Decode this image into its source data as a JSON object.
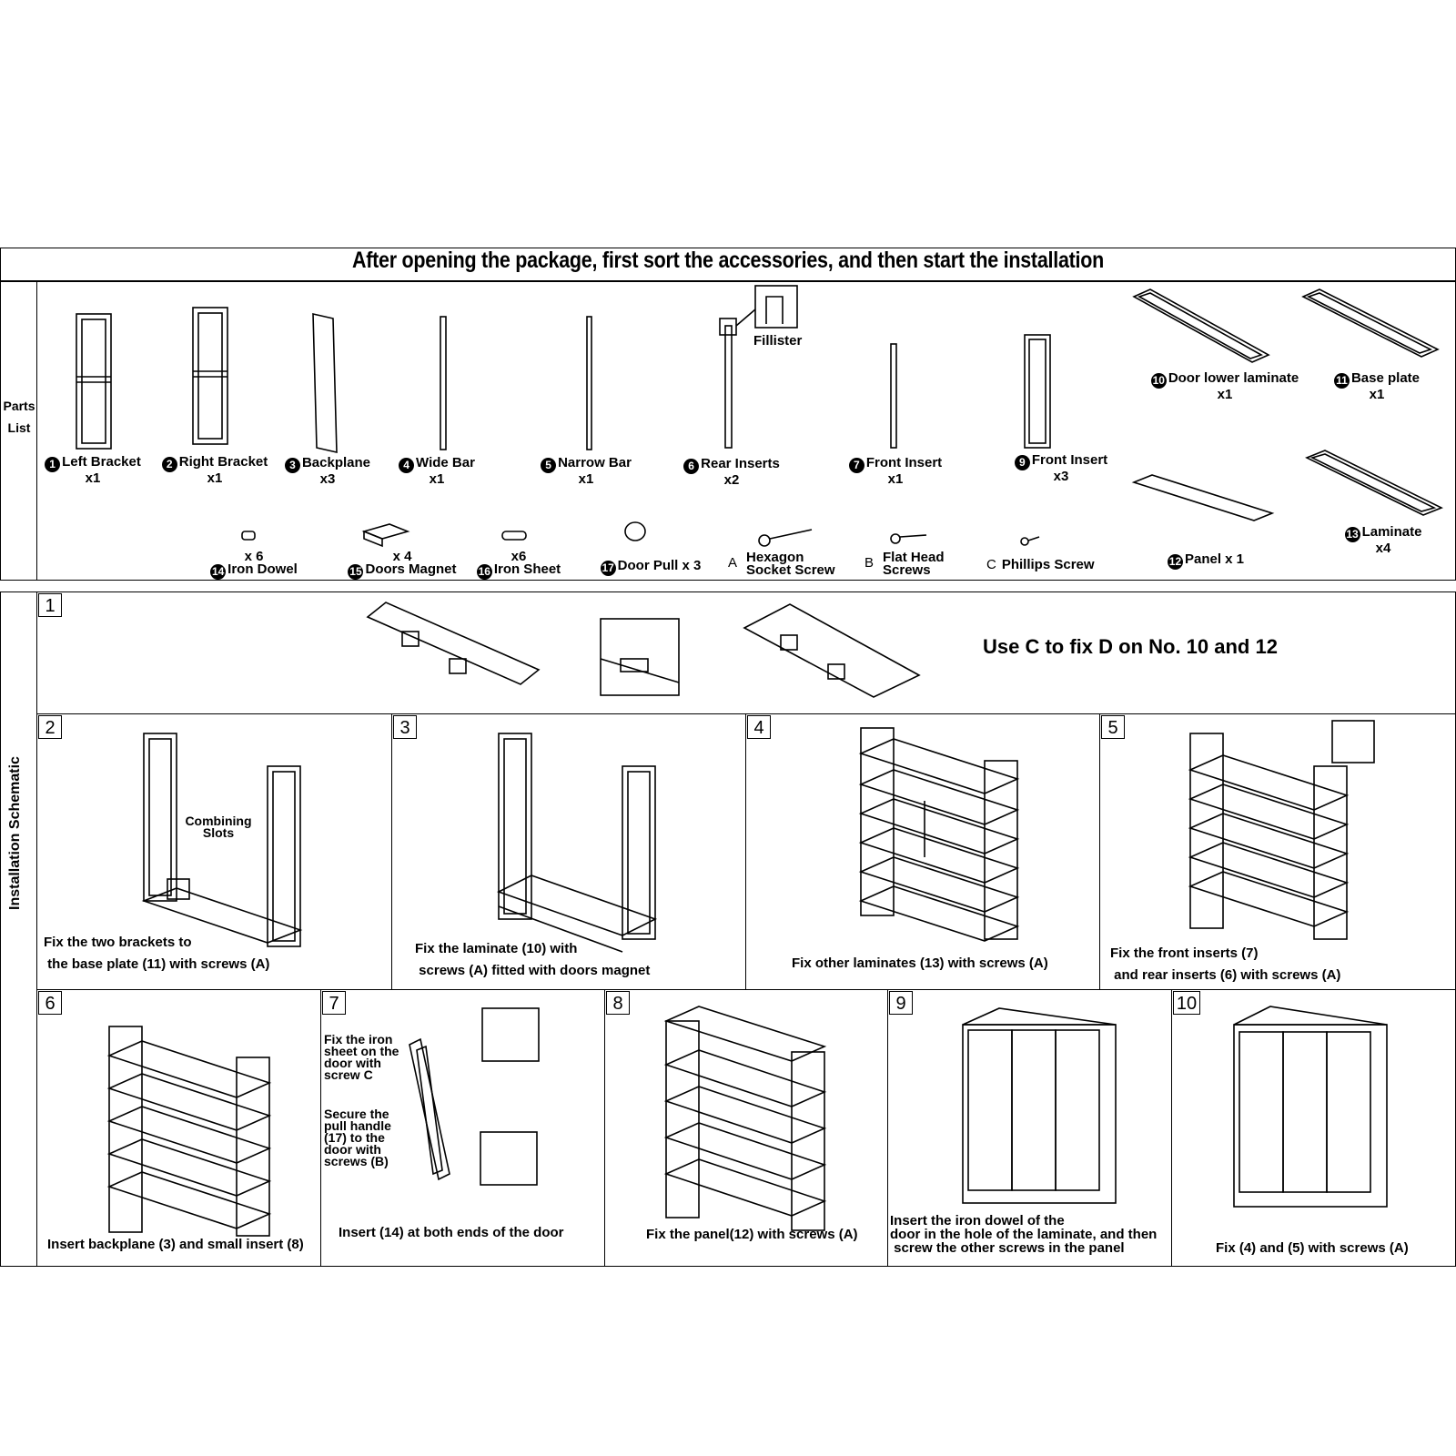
{
  "header": {
    "title": "After opening the package, first sort the accessories, and then start the installation"
  },
  "parts_list": {
    "label_line1": "Parts",
    "label_line2": "List",
    "fillister": "Fillister",
    "items": [
      {
        "num": "1",
        "name": "Left Bracket",
        "qty": "x1"
      },
      {
        "num": "2",
        "name": "Right Bracket",
        "qty": "x1"
      },
      {
        "num": "3",
        "name": "Backplane",
        "qty": "x3"
      },
      {
        "num": "4",
        "name": "Wide Bar",
        "qty": "x1"
      },
      {
        "num": "5",
        "name": "Narrow Bar",
        "qty": "x1"
      },
      {
        "num": "6",
        "name": "Rear Inserts",
        "qty": "x2"
      },
      {
        "num": "7",
        "name": "Front Insert",
        "qty": "x1"
      },
      {
        "num": "9",
        "name": "Front Insert",
        "qty": "x3"
      },
      {
        "num": "10",
        "name": "Door lower laminate",
        "qty": "x1"
      },
      {
        "num": "11",
        "name": "Base plate",
        "qty": "x1"
      },
      {
        "num": "12",
        "name": "Panel x 1",
        "qty": ""
      },
      {
        "num": "13",
        "name": "Laminate",
        "qty": "x4"
      }
    ],
    "hardware": [
      {
        "num": "14",
        "name": "Iron Dowel",
        "qty": "x 6"
      },
      {
        "num": "15",
        "name": "Doors Magnet",
        "qty": "x 4"
      },
      {
        "num": "16",
        "name": "Iron Sheet",
        "qty": "x6"
      },
      {
        "num": "17",
        "name": "Door Pull x 3",
        "qty": ""
      },
      {
        "num": "A",
        "name": "Hexagon Socket Screw"
      },
      {
        "num": "B",
        "name": "Flat Head Screws"
      },
      {
        "num": "C",
        "name": "Phillips Screw"
      }
    ]
  },
  "install": {
    "side_label": "Installation Schematic",
    "step1_text": "Use C to fix D on No. 10 and 12",
    "steps": [
      {
        "n": "1"
      },
      {
        "n": "2",
        "l1": "Fix the two brackets to",
        "l2": " the base plate (11) with screws (A)",
        "note": "Combining Slots"
      },
      {
        "n": "3",
        "l1": "Fix the laminate (10) with",
        "l2": " screws (A) fitted with doors magnet"
      },
      {
        "n": "4",
        "l1": "Fix other laminates (13) with screws (A)"
      },
      {
        "n": "5",
        "l1": "Fix the front inserts (7)",
        "l2": " and rear inserts (6) with screws (A)"
      },
      {
        "n": "6",
        "l1": "Insert backplane (3) and small insert (8)"
      },
      {
        "n": "7",
        "l1": "Insert (14) at both ends of the door",
        "n1": "Fix the iron sheet on the door with screw C",
        "n2": "Secure the pull handle (17) to the door with screws (B)"
      },
      {
        "n": "8",
        "l1": "Fix the panel(12) with screws (A)"
      },
      {
        "n": "9",
        "l1": "Insert the iron dowel of the",
        "l2": "door in the hole of the laminate, and then",
        "l3": " screw the other screws in the panel"
      },
      {
        "n": "10",
        "l1": "Fix (4) and (5) with screws (A)"
      }
    ]
  }
}
